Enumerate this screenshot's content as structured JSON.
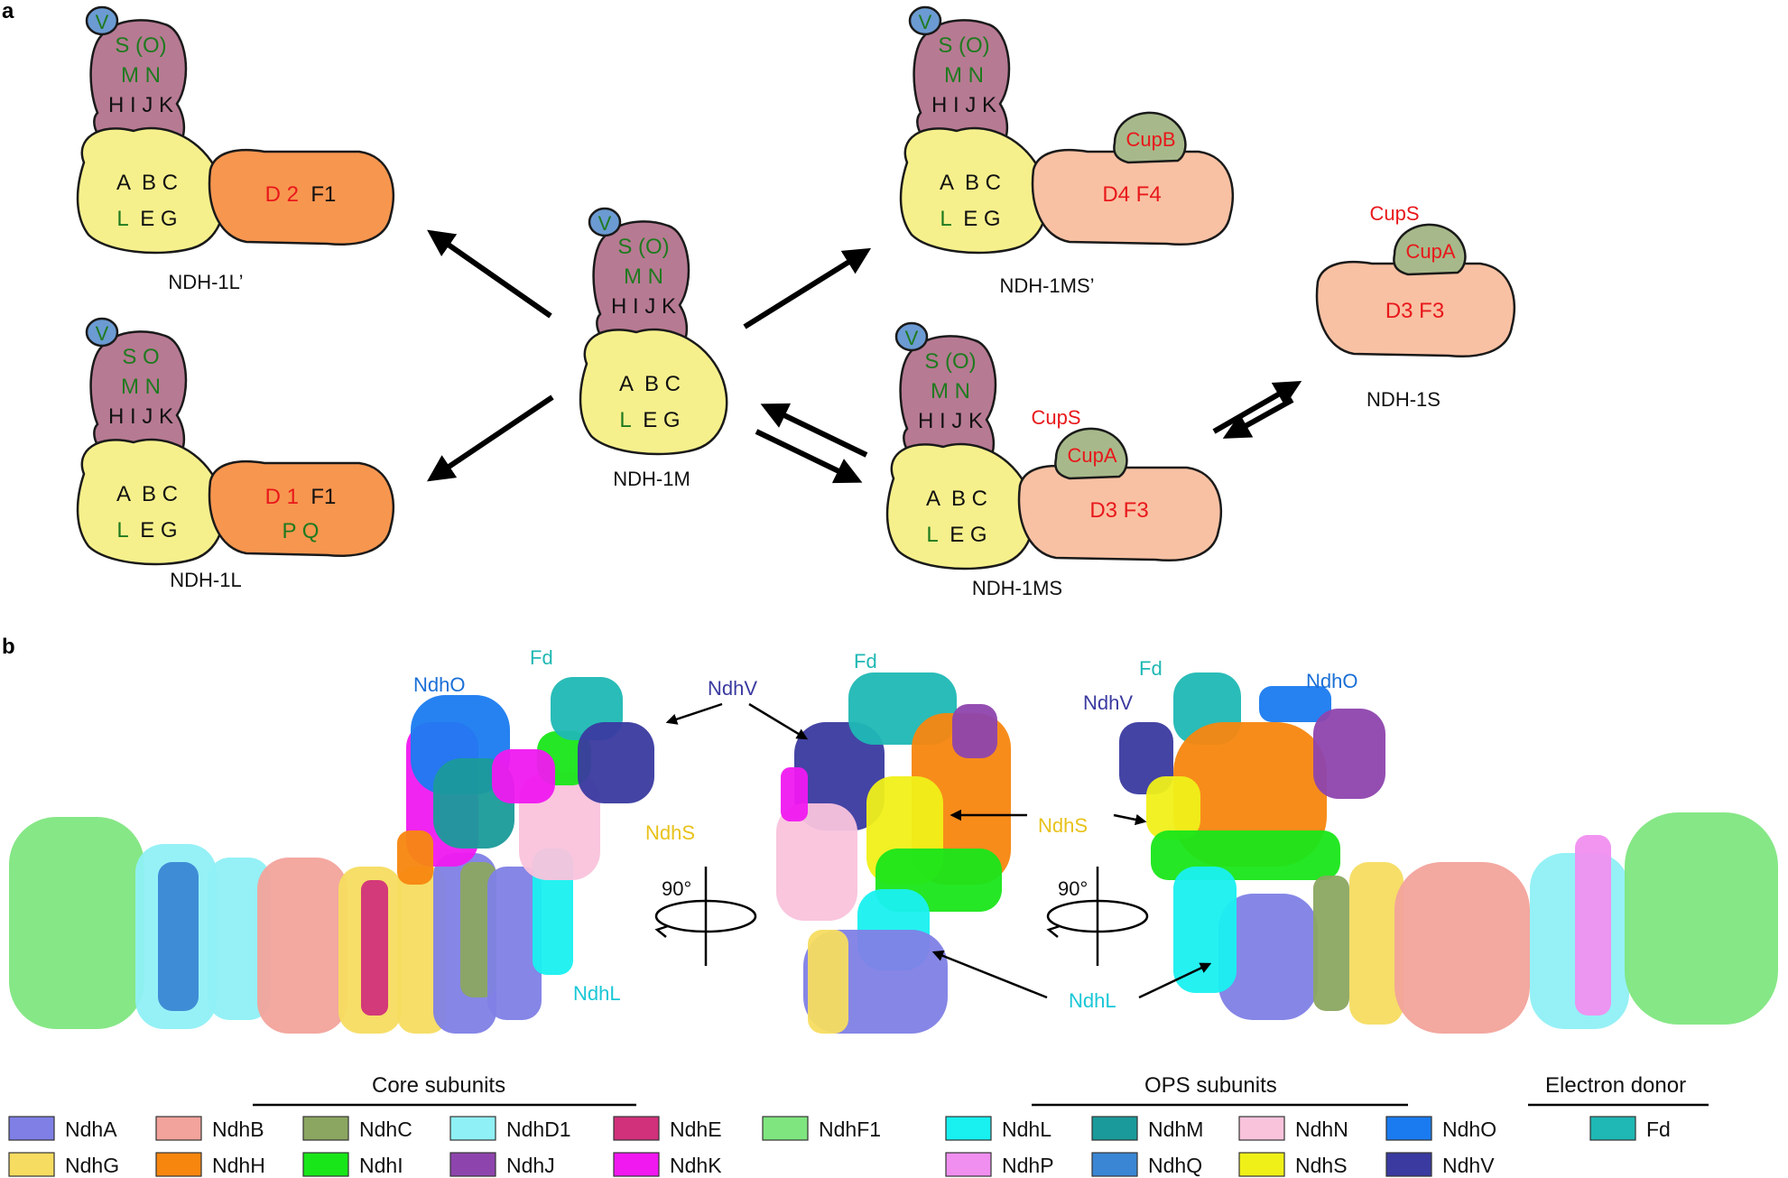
{
  "panels": {
    "a": "a",
    "b": "b"
  },
  "colors": {
    "membrane_arm": "#f6f08c",
    "hydrophilic_arm": "#b77a93",
    "ndhV_bubble": "#6b9bd2",
    "d_f_type1": "#f7964f",
    "d_f_type2": "#f9c1a3",
    "cup_protein": "#a7b98a",
    "green_label": "#1f7a1f",
    "red_label": "#e8181b",
    "black_label": "#111111"
  },
  "complexes": [
    {
      "id": "ndh1l_prime",
      "caption": "NDH-1L’",
      "v": "V",
      "hydro": [
        [
          {
            "t": "S (O)",
            "c": "g"
          }
        ],
        [
          {
            "t": "M N",
            "c": "g"
          }
        ],
        [
          {
            "t": "H I J K",
            "c": "k"
          }
        ]
      ],
      "membrane": [
        [
          {
            "t": "A  B C",
            "c": "k"
          }
        ],
        [
          {
            "t": "L",
            "c": "g"
          },
          {
            "t": "  E G",
            "c": "k"
          }
        ]
      ],
      "extra": [
        [
          {
            "t": "D 2",
            "c": "r"
          },
          {
            "t": "  F1",
            "c": "k"
          }
        ]
      ]
    },
    {
      "id": "ndh1l",
      "caption": "NDH-1L",
      "v": "V",
      "hydro": [
        [
          {
            "t": "S O",
            "c": "g"
          }
        ],
        [
          {
            "t": "M N",
            "c": "g"
          }
        ],
        [
          {
            "t": "H I J K",
            "c": "k"
          }
        ]
      ],
      "membrane": [
        [
          {
            "t": "A  B C",
            "c": "k"
          }
        ],
        [
          {
            "t": "L",
            "c": "g"
          },
          {
            "t": "  E G",
            "c": "k"
          }
        ]
      ],
      "extra": [
        [
          {
            "t": "D 1",
            "c": "r"
          },
          {
            "t": "  F1",
            "c": "k"
          }
        ],
        [
          {
            "t": "P Q",
            "c": "g"
          }
        ]
      ]
    },
    {
      "id": "ndh1m",
      "caption": "NDH-1M",
      "v": "V",
      "hydro": [
        [
          {
            "t": "S (O)",
            "c": "g"
          }
        ],
        [
          {
            "t": "M N",
            "c": "g"
          }
        ],
        [
          {
            "t": "H I J K",
            "c": "k"
          }
        ]
      ],
      "membrane": [
        [
          {
            "t": "A  B C",
            "c": "k"
          }
        ],
        [
          {
            "t": "L",
            "c": "g"
          },
          {
            "t": "  E G",
            "c": "k"
          }
        ]
      ]
    },
    {
      "id": "ndh1ms_prime",
      "caption": "NDH-1MS’",
      "v": "V",
      "hydro": [
        [
          {
            "t": "S (O)",
            "c": "g"
          }
        ],
        [
          {
            "t": "M N",
            "c": "g"
          }
        ],
        [
          {
            "t": "H I J K",
            "c": "k"
          }
        ]
      ],
      "membrane": [
        [
          {
            "t": "A  B C",
            "c": "k"
          }
        ],
        [
          {
            "t": "L",
            "c": "g"
          },
          {
            "t": "  E G",
            "c": "k"
          }
        ]
      ],
      "extra": [
        [
          {
            "t": "D4 F4",
            "c": "r"
          }
        ]
      ],
      "cup": "CupB"
    },
    {
      "id": "ndh1ms",
      "caption": "NDH-1MS",
      "v": "V",
      "hydro": [
        [
          {
            "t": "S (O)",
            "c": "g"
          }
        ],
        [
          {
            "t": "M N",
            "c": "g"
          }
        ],
        [
          {
            "t": "H I J K",
            "c": "k"
          }
        ]
      ],
      "membrane": [
        [
          {
            "t": "A  B C",
            "c": "k"
          }
        ],
        [
          {
            "t": "L",
            "c": "g"
          },
          {
            "t": "  E G",
            "c": "k"
          }
        ]
      ],
      "extra": [
        [
          {
            "t": "D3 F3",
            "c": "r"
          }
        ]
      ],
      "cup": "CupA",
      "cup_top": "CupS"
    },
    {
      "id": "ndh1s",
      "caption": "NDH-1S",
      "extra": [
        [
          {
            "t": "D3 F3",
            "c": "r"
          }
        ]
      ],
      "cup": "CupA",
      "cup_top": "CupS"
    }
  ],
  "map_labels": {
    "ndhO": "NdhO",
    "fd": "Fd",
    "ndhV": "NdhV",
    "ndhS": "NdhS",
    "ndhL": "NdhL",
    "rotation": "90°"
  },
  "map_label_colors": {
    "ndhO": "#1a6fd6",
    "fd": "#1fb8b4",
    "ndhV": "#3a3aa0",
    "ndhS": "#e8c21a",
    "ndhL": "#19c7d6"
  },
  "legend": {
    "core_title": "Core subunits",
    "ops_title": "OPS subunits",
    "donor_title": "Electron donor",
    "core": [
      {
        "name": "NdhA",
        "color": "#7f7fe6"
      },
      {
        "name": "NdhB",
        "color": "#f2a39b"
      },
      {
        "name": "NdhC",
        "color": "#8ba661"
      },
      {
        "name": "NdhD1",
        "color": "#8ff0f5"
      },
      {
        "name": "NdhE",
        "color": "#d1307a"
      },
      {
        "name": "NdhF1",
        "color": "#7fe67f"
      },
      {
        "name": "NdhG",
        "color": "#f6dc60"
      },
      {
        "name": "NdhH",
        "color": "#f7860f"
      },
      {
        "name": "NdhI",
        "color": "#19e619"
      },
      {
        "name": "NdhJ",
        "color": "#8e44ad"
      },
      {
        "name": "NdhK",
        "color": "#f019f0"
      }
    ],
    "ops": [
      {
        "name": "NdhL",
        "color": "#19f0f0"
      },
      {
        "name": "NdhM",
        "color": "#1a9a9a"
      },
      {
        "name": "NdhN",
        "color": "#f9c3dc"
      },
      {
        "name": "NdhO",
        "color": "#1a7bf0"
      },
      {
        "name": "NdhP",
        "color": "#f08ff0"
      },
      {
        "name": "NdhQ",
        "color": "#3a86d4"
      },
      {
        "name": "NdhS",
        "color": "#f0f019"
      },
      {
        "name": "NdhV",
        "color": "#3a3aa0"
      }
    ],
    "donor": [
      {
        "name": "Fd",
        "color": "#1fb8b4"
      }
    ]
  }
}
